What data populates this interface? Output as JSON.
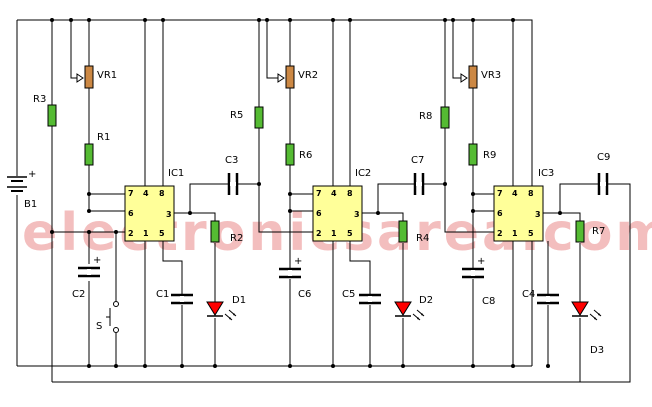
{
  "title": "",
  "watermark": "electronicsarea.com",
  "colors": {
    "ic": "#ffff99",
    "resistor": "#55bb33",
    "pot": "#cc8844",
    "led": "#ff0000",
    "watermark": "#f2b3b3"
  },
  "battery": {
    "ref": "B1",
    "polarity": "+"
  },
  "switch": {
    "ref": "S"
  },
  "ics": [
    {
      "ref": "IC1",
      "pins": [
        "7",
        "4",
        "8",
        "6",
        "3",
        "2",
        "1",
        "5"
      ]
    },
    {
      "ref": "IC2",
      "pins": [
        "7",
        "4",
        "8",
        "6",
        "3",
        "2",
        "1",
        "5"
      ]
    },
    {
      "ref": "IC3",
      "pins": [
        "7",
        "4",
        "8",
        "6",
        "3",
        "2",
        "1",
        "5"
      ]
    }
  ],
  "pots": [
    "VR1",
    "VR2",
    "VR3"
  ],
  "resistors": [
    "R1",
    "R2",
    "R3",
    "R4",
    "R5",
    "R6",
    "R7",
    "R8",
    "R9"
  ],
  "capacitors": [
    "C1",
    "C2",
    "C3",
    "C4",
    "C5",
    "C6",
    "C7",
    "C8",
    "C9"
  ],
  "cap_polarity": "+",
  "leds": [
    "D1",
    "D2",
    "D3"
  ]
}
